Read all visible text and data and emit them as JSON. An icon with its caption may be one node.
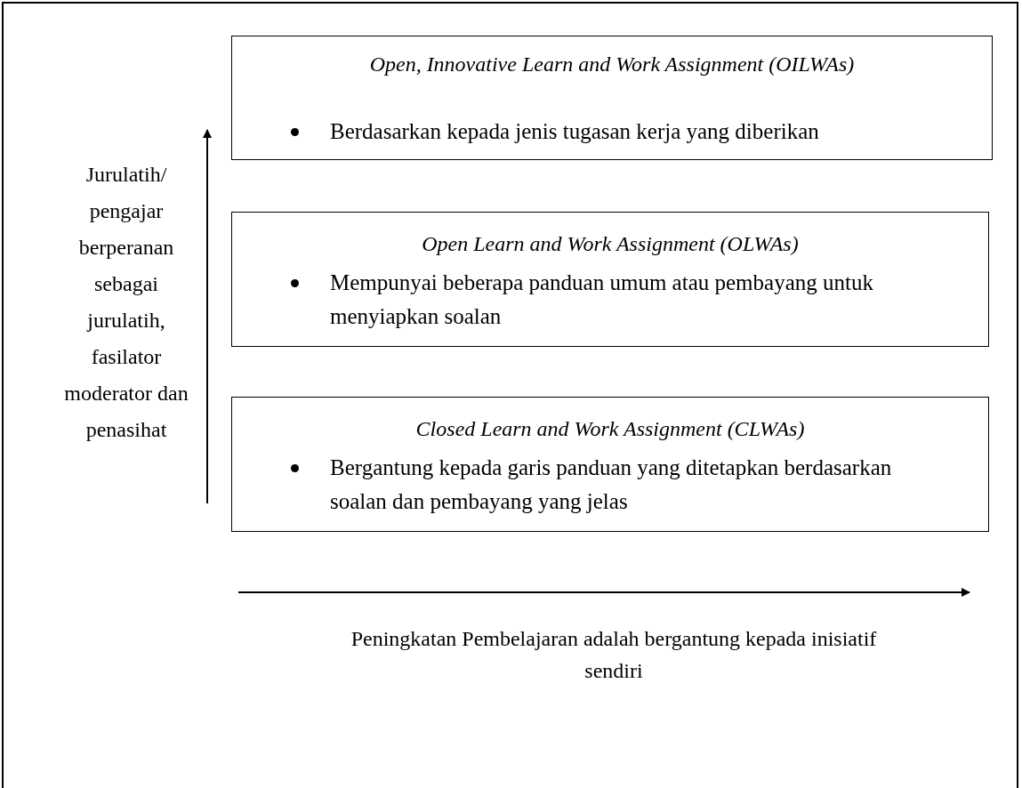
{
  "diagram": {
    "nodes": [
      {
        "text": [
          "Open, Innovative Learn and Work Assignment (OILWAs)",
          "Berdasarkan kepada jenis tugasan kerja yang diberikan"
        ]
      },
      {
        "text": [
          "Open Learn and Work Assignment (OLWAs)",
          "Mempunyai beberapa panduan umum atau pembayang untuk menyiapkan soalan"
        ]
      },
      {
        "text": [
          "Closed Learn and Work Assignment (CLWAs)",
          "Bergantung kepada garis panduan yang ditetapkan berdasarkan soalan dan pembayang yang jelas"
        ]
      }
    ],
    "edges": [],
    "labels": [
      "Jurulatih/ pengajar berperanan sebagai jurulatih, fasilator moderator dan penasihat",
      "Peningkatan Pembelajaran adalah bergantung kepada inisiatif sendiri"
    ]
  }
}
